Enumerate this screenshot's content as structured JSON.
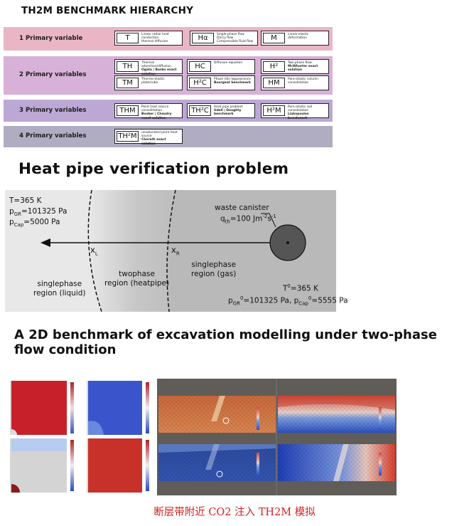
{
  "hierarchy": {
    "title": "TH2M BENCHMARK HIERARCHY",
    "colors": [
      "#eab6c6",
      "#d7b1d8",
      "#bca8d4",
      "#b0acc2"
    ],
    "levels": [
      {
        "label": "1 Primary variable",
        "boxes": [
          {
            "sym": "T",
            "desc": [
              "Linear radial heat conduction",
              "thermal diffusion"
            ]
          },
          {
            "sym": "Hα",
            "desc": [
              "Single-phase flow",
              "Darcy flow",
              "Compressible fluid flow"
            ]
          },
          {
            "sym": "M",
            "desc": [
              "Linear-elastic deformation"
            ]
          }
        ]
      },
      {
        "label": "2 Primary variables",
        "boxes": [
          {
            "sym": "TH",
            "desc": [
              "Thermal advection/diffusion",
              "Ogata | Banks exact solution"
            ]
          },
          {
            "sym": "HC",
            "desc": [
              "Diffusion equation"
            ]
          },
          {
            "sym": "H²",
            "desc": [
              "Two-phase flow:",
              "McWhorter exact solution"
            ]
          },
          {
            "sym": "TM",
            "desc": [
              "Thermo-elastic plate/cube"
            ]
          },
          {
            "sym": "H²C",
            "desc": [
              "Phase (dis-)appearance",
              "Bourgeat benchmark"
            ]
          },
          {
            "sym": "HM",
            "desc": [
              "Poro-elastic column",
              "consolidation"
            ]
          }
        ]
      },
      {
        "label": "3 Primary variables",
        "boxes": [
          {
            "sym": "THM",
            "desc": [
              "Point heat source consolidation",
              "Booker | Chaudry exact solution"
            ]
          },
          {
            "sym": "TH²C",
            "desc": [
              "Heat pipe problem",
              "Udell | Doughty benchmark"
            ]
          },
          {
            "sym": "H²M",
            "desc": [
              "Poro-elastic soil consolidation",
              "Liakopoulos benchmark"
            ]
          }
        ]
      },
      {
        "label": "4 Primary variables",
        "boxes": [
          {
            "sym": "TH²M",
            "desc": [
              "unsaturated point heat source",
              "Cheraiti exact solution"
            ]
          }
        ]
      }
    ]
  },
  "heatpipe": {
    "title": "Heat pipe verification problem",
    "left_bc": {
      "T": "T=365 K",
      "pGR": "p",
      "pGR_sub": "GR",
      "pGR_val": "=101325 Pa",
      "pCap": "p",
      "pCap_sub": "Cap",
      "pCap_val": "=5000 Pa"
    },
    "xL": "x",
    "xL_sub": "L",
    "xR": "x",
    "xR_sub": "R",
    "canister_label": "waste canister",
    "heat_flux": "q",
    "heat_flux_sub": "th",
    "heat_flux_val": "=100 Jm",
    "heat_flux_exp1": "-2",
    "heat_flux_s": "s",
    "heat_flux_exp2": "-1",
    "regions": {
      "liquid": [
        "singlephase",
        "region (liquid)"
      ],
      "heatpipe": [
        "twophase",
        "region (heatpipe)"
      ],
      "gas": [
        "singlephase",
        "region (gas)"
      ]
    },
    "initial": {
      "T": "T",
      "T_sup": "0",
      "T_val": "=365 K",
      "line2_a": "p",
      "line2_a_sub": "GR",
      "line2_a_sup": "0",
      "line2_a_val": "=101325 Pa, p",
      "line2_b_sub": "Cap",
      "line2_b_sup": "0",
      "line2_b_val": "=5555 Pa"
    }
  },
  "excavation": {
    "title": "A 2D benchmark of excavation modelling under two-phase flow condition",
    "caption": "断层带附近 CO2 注入 TH2M 模拟",
    "colors": {
      "red": "#c8202a",
      "blue": "#3a55cc",
      "grey": "#d4d4d4",
      "lightblue": "#b7cdf0",
      "dark": "#605c58"
    }
  }
}
